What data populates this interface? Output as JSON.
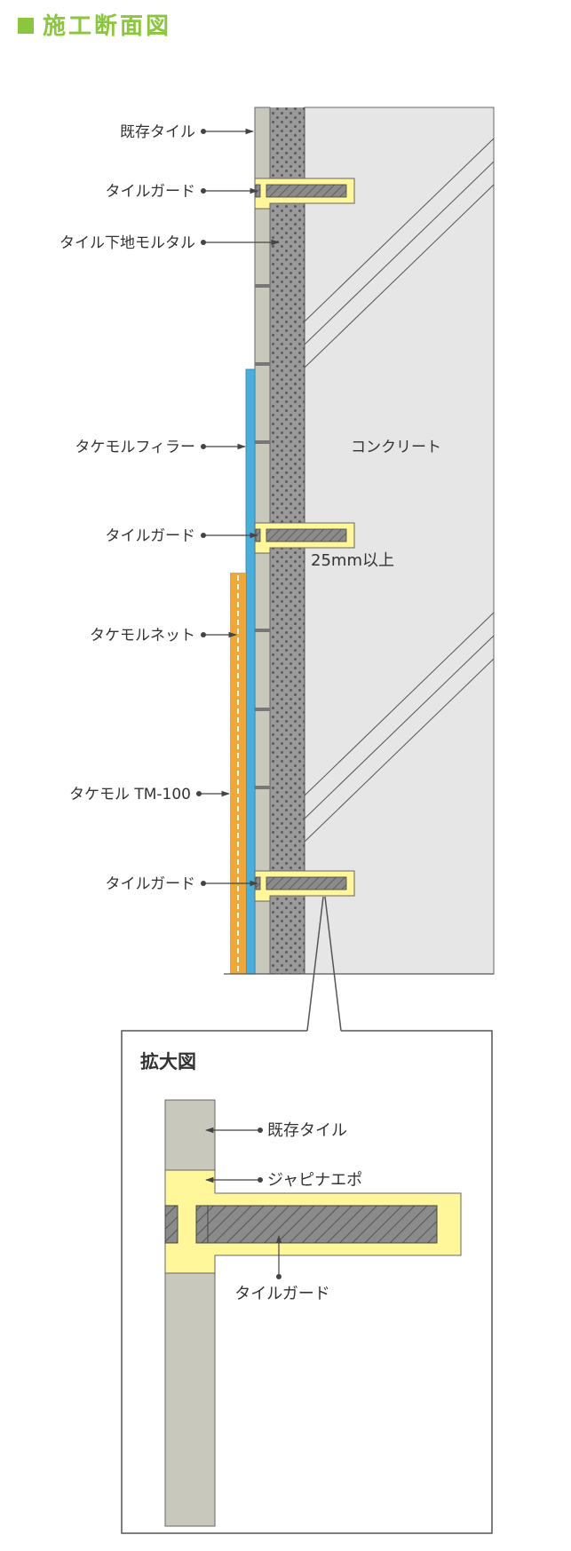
{
  "header": {
    "title": "施工断面図",
    "accent_color": "#8cc63f"
  },
  "diagram": {
    "concrete_label": "コンクリート",
    "dimension_label": "25mm以上",
    "callouts": {
      "existing_tile": "既存タイル",
      "tile_guard_1": "タイルガード",
      "base_mortar": "タイル下地モルタル",
      "filler": "タケモルフィラー",
      "tile_guard_2": "タイルガード",
      "net": "タケモルネット",
      "tm100": "タケモル TM-100",
      "tile_guard_3": "タイルガード"
    }
  },
  "detail": {
    "title": "拡大図",
    "callouts": {
      "existing_tile": "既存タイル",
      "epoxy": "ジャピナエポ",
      "tile_guard": "タイルガード"
    }
  },
  "colors": {
    "tile": "#c9c8bc",
    "mortar": "#9b9b9b",
    "concrete": "#e6e6e6",
    "filler": "#4aaedb",
    "tm100": "#efa73a",
    "epoxy": "#fff799",
    "guard": "#8b8b8b"
  }
}
